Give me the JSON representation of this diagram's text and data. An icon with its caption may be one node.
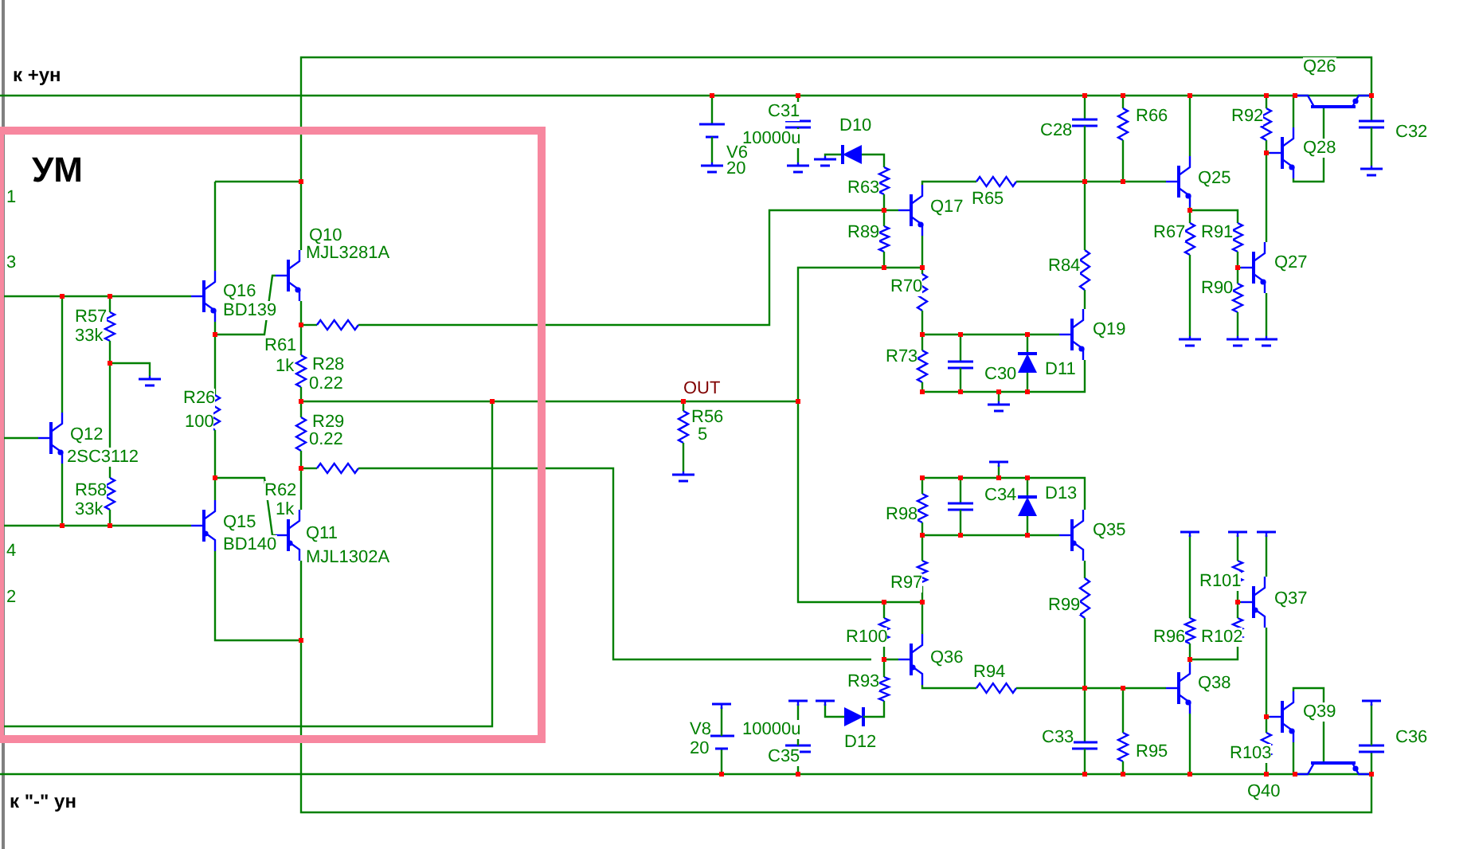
{
  "diagram": {
    "labels": [
      "к +ун",
      "Q26",
      "C31",
      "10000u",
      "D10",
      "C28",
      "R66",
      "R92",
      "C32",
      "УМ",
      "1",
      "V6",
      "20",
      "R63",
      "Q17",
      "R65",
      "Q25",
      "Q28",
      "Q10",
      "MJL3281A",
      "R89",
      "R67",
      "R91",
      "3",
      "Q16",
      "BD139",
      "R84",
      "Q27",
      "R70",
      "R90",
      "R57",
      "33k",
      "Q19",
      "R61",
      "1k",
      "R28",
      "0.22",
      "R73",
      "C30",
      "D11",
      "R26",
      "OUT",
      "Q12",
      "100",
      "R29",
      "0.22",
      "R56",
      "5",
      "2SC3112",
      "R58",
      "33k",
      "R62",
      "1k",
      "Q15",
      "BD140",
      "Q11",
      "MJL1302A",
      "R98",
      "C34",
      "D13",
      "Q35",
      "4",
      "2",
      "R101",
      "Q37",
      "R97",
      "R99",
      "R100",
      "R96",
      "R102",
      "Q36",
      "R93",
      "R94",
      "Q38",
      "Q39",
      "V8",
      "20",
      "10000u",
      "D12",
      "C33",
      "R95",
      "R103",
      "C36",
      "C35",
      "к \"-\" ун",
      "Q40"
    ]
  }
}
